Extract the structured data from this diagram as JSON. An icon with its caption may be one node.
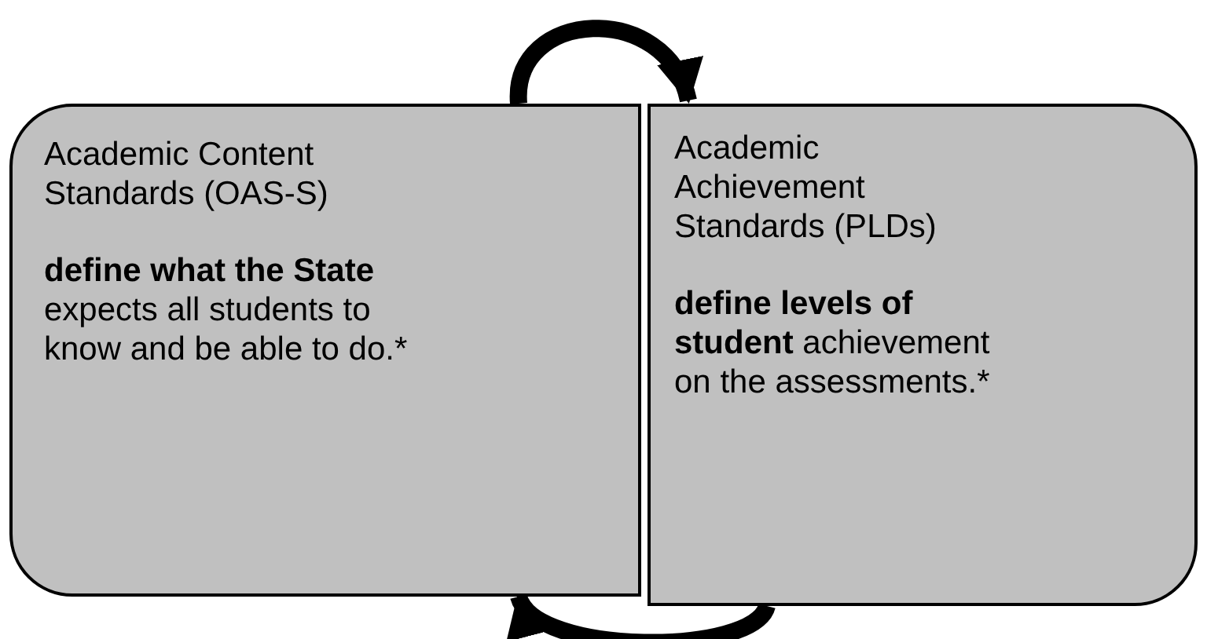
{
  "diagram": {
    "nodes": [
      {
        "text": [
          "Academic Content Standards (OAS-S)",
          "**define what the State** expects all students to know and be able to do.*"
        ]
      },
      {
        "text": [
          "Academic Achievement Standards (PLDs)",
          "**define levels of student** achievement on the assessments.*"
        ]
      }
    ],
    "edges": [
      {
        "from": 0,
        "to": 1,
        "arrow": "to"
      },
      {
        "from": 1,
        "to": 0,
        "arrow": "to"
      }
    ]
  }
}
